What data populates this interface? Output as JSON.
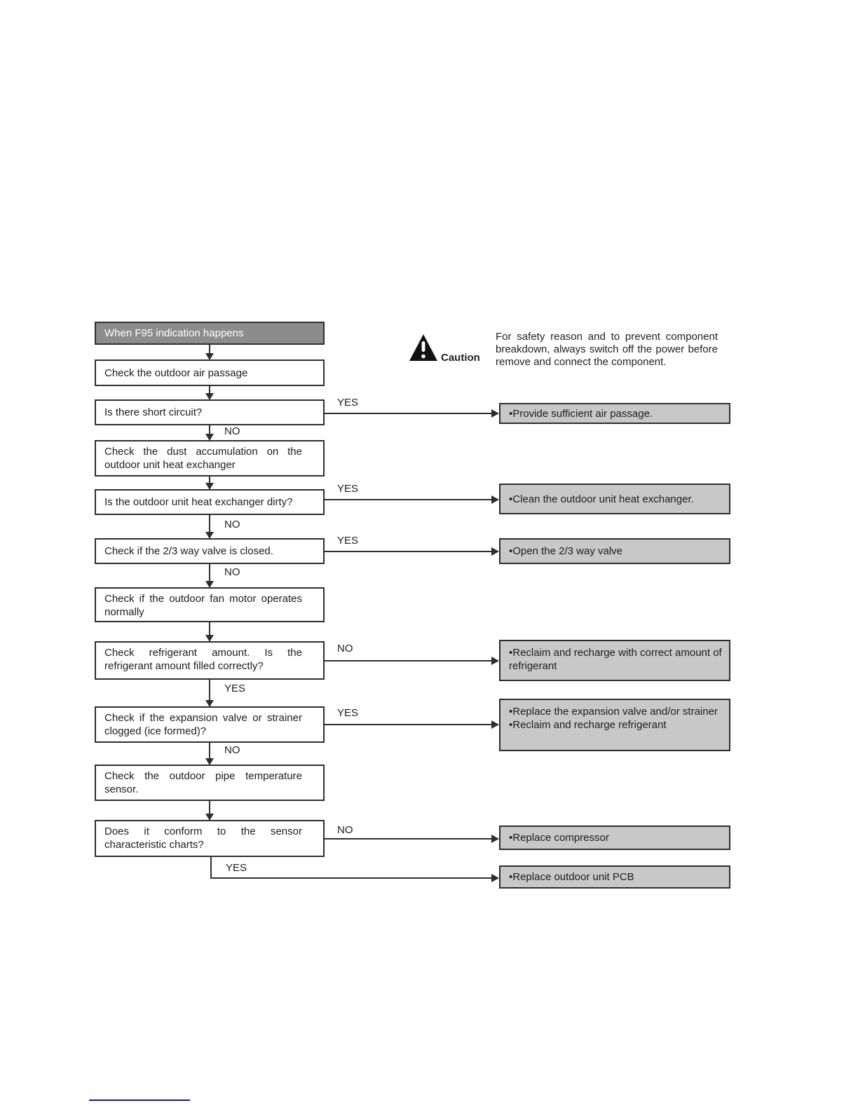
{
  "caution": {
    "icon": "warning-triangle",
    "label": "Caution",
    "text": "For safety reason and to prevent component breakdown, always switch off the power before remove and connect the component."
  },
  "flowchart": {
    "start": "When F95 indication happens",
    "steps": [
      {
        "text": "Check the outdoor air passage"
      },
      {
        "text": "Is there short circuit?"
      },
      {
        "text": "Check the dust accumulation on the outdoor unit heat exchanger"
      },
      {
        "text": "Is the outdoor unit heat exchanger dirty?"
      },
      {
        "text": "Check if the 2/3 way valve is closed."
      },
      {
        "text": "Check if the outdoor fan motor operates normally"
      },
      {
        "text": "Check refrigerant amount. Is the refrigerant amount filled correctly?"
      },
      {
        "text": "Check if the expansion valve or strainer clogged (ice formed)?"
      },
      {
        "text": "Check the outdoor pipe temperature sensor."
      },
      {
        "text": "Does it conform to the sensor characteristic charts?"
      }
    ],
    "actions": [
      {
        "text": "•Provide sufficient air passage."
      },
      {
        "text": "•Clean the outdoor unit heat exchanger."
      },
      {
        "text": "•Open the 2/3 way valve"
      },
      {
        "text": "•Reclaim and recharge with correct amount of refrigerant"
      },
      {
        "line1": "•Replace the expansion valve and/or strainer",
        "line2": "•Reclaim and recharge refrigerant"
      },
      {
        "text": "•Replace compressor"
      },
      {
        "text": "•Replace outdoor unit PCB"
      }
    ],
    "labels": {
      "yes": "YES",
      "no": "NO"
    }
  },
  "colors": {
    "start_box_bg": "#8c8c8c",
    "action_box_bg": "#c8c8c8",
    "box_border": "#2e2e2e",
    "connector": "#2e2e2e",
    "footer_link": "#16168a"
  }
}
